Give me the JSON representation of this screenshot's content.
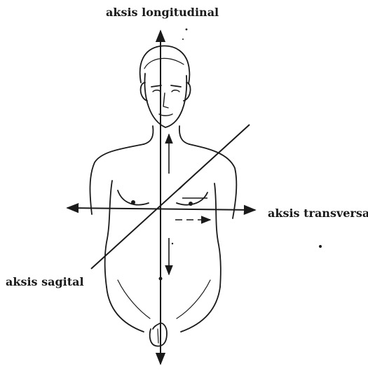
{
  "labels": {
    "longitudinal": "aksis longitudinal",
    "transversal": "aksis transversal",
    "sagital": "aksis sagital"
  },
  "colors": {
    "ink": "#1a1a1a",
    "background": "#ffffff"
  }
}
